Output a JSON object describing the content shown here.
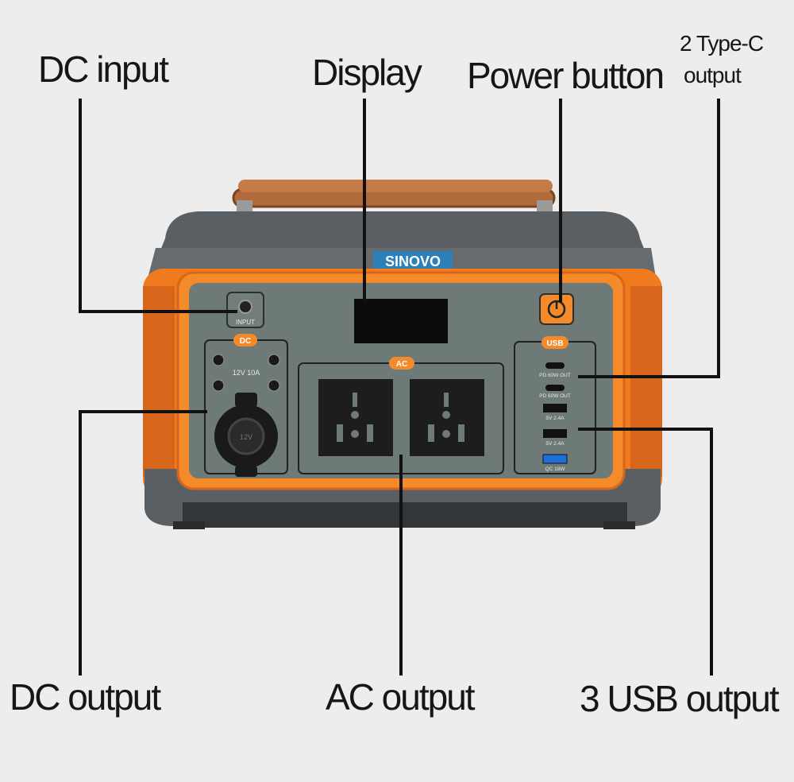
{
  "labels": {
    "dc_input": "DC input",
    "display": "Display",
    "power_button": "Power button",
    "type_c_line1": "2 Type-C",
    "type_c_line2": "output",
    "dc_output": "DC output",
    "ac_output": "AC output",
    "usb_output": "3 USB output"
  },
  "device": {
    "brand": "SINOVO",
    "input_port_label": "INPUT",
    "dc_badge": "DC",
    "dc_rating": "12V 10A",
    "car_socket_mark": "12V",
    "ac_badge": "AC",
    "usb_badge": "USB",
    "usb_ports": [
      "PD 60W OUT",
      "PD 60W OUT",
      "5V 2.4A",
      "5V 2.4A",
      "QC 18W"
    ]
  },
  "colors": {
    "body_orange": "#f07a1e",
    "panel_gray": "#6d7a78",
    "shell_gray": "#5a5f63",
    "handle_brown": "#b06a3c",
    "brand_blue": "#2c7fb8",
    "background": "#ededed"
  }
}
